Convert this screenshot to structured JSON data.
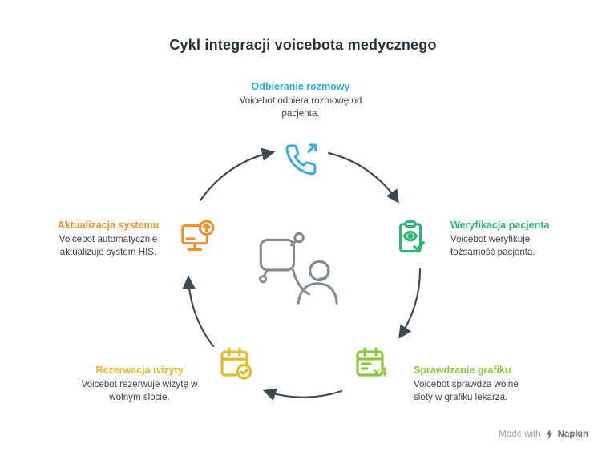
{
  "title": "Cykl integracji voicebota medycznego",
  "title_color": "#28323c",
  "arrow_color": "#3e4a52",
  "illustration_color": "#808b94",
  "steps": [
    {
      "position": "top",
      "label": "Odbieranie rozmowy",
      "description": "Voicebot odbiera rozmowę od pacjenta.",
      "color": "#32aee2",
      "icon": "phone-outgoing-icon"
    },
    {
      "position": "right",
      "label": "Weryfikacja pacjenta",
      "description": "Voicebot weryfikuje tożsamość pacjenta.",
      "color": "#2bb673",
      "icon": "clipboard-eye-check-icon"
    },
    {
      "position": "bottom-right",
      "label": "Sprawdzanie grafiku",
      "description": "Voicebot sprawdza wolne sloty w grafiku lekarza.",
      "color": "#8dc63f",
      "icon": "calendar-x4-icon",
      "badge": "x4"
    },
    {
      "position": "bottom-left",
      "label": "Rezerwacja wizyty",
      "description": "Voicebot rezerwuje wizytę w wolnym slocie.",
      "color": "#e0bd25",
      "icon": "calendar-check-icon"
    },
    {
      "position": "left",
      "label": "Aktualizacja systemu",
      "description": "Voicebot automatycznie aktualizuje system HIS.",
      "color": "#f0912d",
      "icon": "monitor-upload-icon"
    }
  ],
  "watermark": {
    "made_with": "Made with",
    "brand": "Napkin"
  }
}
